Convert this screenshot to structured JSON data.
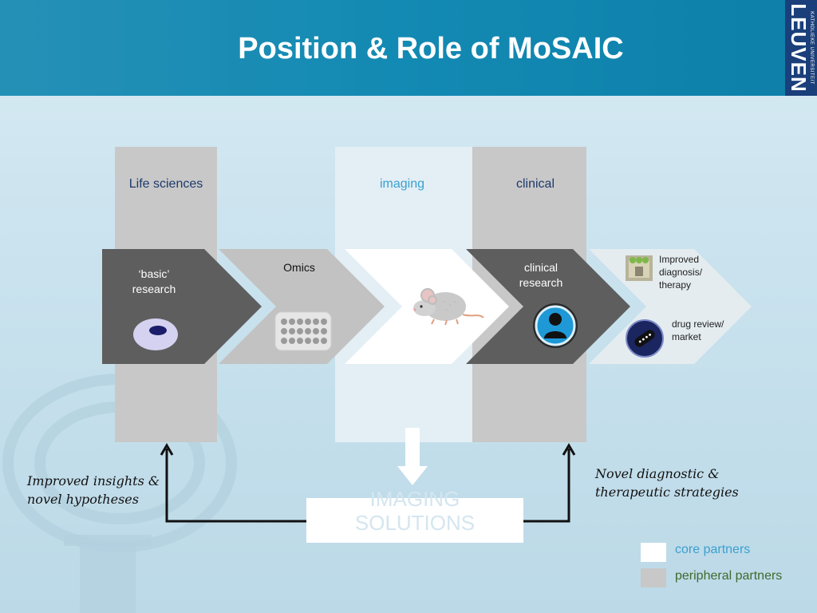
{
  "slide": {
    "title": "Position & Role of MoSAIC",
    "logo": {
      "line1": "KATHOLIEKE UNIVERSITEIT",
      "line2": "LEUVEN"
    }
  },
  "columns": {
    "life_sciences": "Life sciences",
    "imaging": "imaging",
    "clinical": "clinical"
  },
  "chevrons": {
    "basic_research": [
      "‘basic’",
      "research"
    ],
    "omics": "Omics",
    "clinical_research": [
      "clinical",
      "research"
    ],
    "improved": [
      "Improved",
      "diagnosis/",
      "therapy"
    ],
    "drug_review": [
      "drug review/",
      "market"
    ]
  },
  "imaging_solutions": [
    "IMAGING",
    "SOLUTIONS"
  ],
  "feedback": {
    "left": [
      "Improved insights &",
      "novel hypotheses"
    ],
    "right": [
      "Novel diagnostic &",
      "therapeutic strategies"
    ]
  },
  "legend": {
    "core": "core partners",
    "peripheral": "peripheral partners"
  },
  "colors": {
    "header": "#138ab3",
    "dark_chevron": "#5e5e5e",
    "light_chevron": "#c2c2c2",
    "column_grey": "#c8c8c8",
    "imaging_column": "#e3eff5",
    "label_dark_blue": "#1e3a6b",
    "label_light_blue": "#3c9fd0",
    "legend_core_text": "#3c9fd0",
    "legend_peripheral_text": "#3d6b2d"
  }
}
